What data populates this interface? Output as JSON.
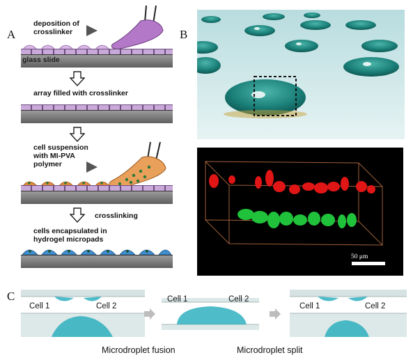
{
  "panels": {
    "a_label": "A",
    "b_label": "B",
    "c_label": "C"
  },
  "panel_a": {
    "step1": "deposition of\ncrosslinker",
    "glass_slide": "glass slide",
    "step2": "array filled with crosslinker",
    "step3": "cell suspension\nwith MI-PVA\npolymer",
    "step4_arrow": "crosslinking",
    "step4": "cells encapsulated in\nhydrogel micropads"
  },
  "panel_b": {
    "scale_bar": "50 μm"
  },
  "panel_c": {
    "cell1": "Cell 1",
    "cell2": "Cell 2",
    "fusion_caption": "Microdroplet fusion",
    "split_caption": "Microdroplet split"
  },
  "colors": {
    "droplet_teal": "#1e8e8a",
    "crosslinker_purple": "#c9a9d9",
    "red_cells": "#e01515",
    "green_cells": "#1fc23a"
  }
}
